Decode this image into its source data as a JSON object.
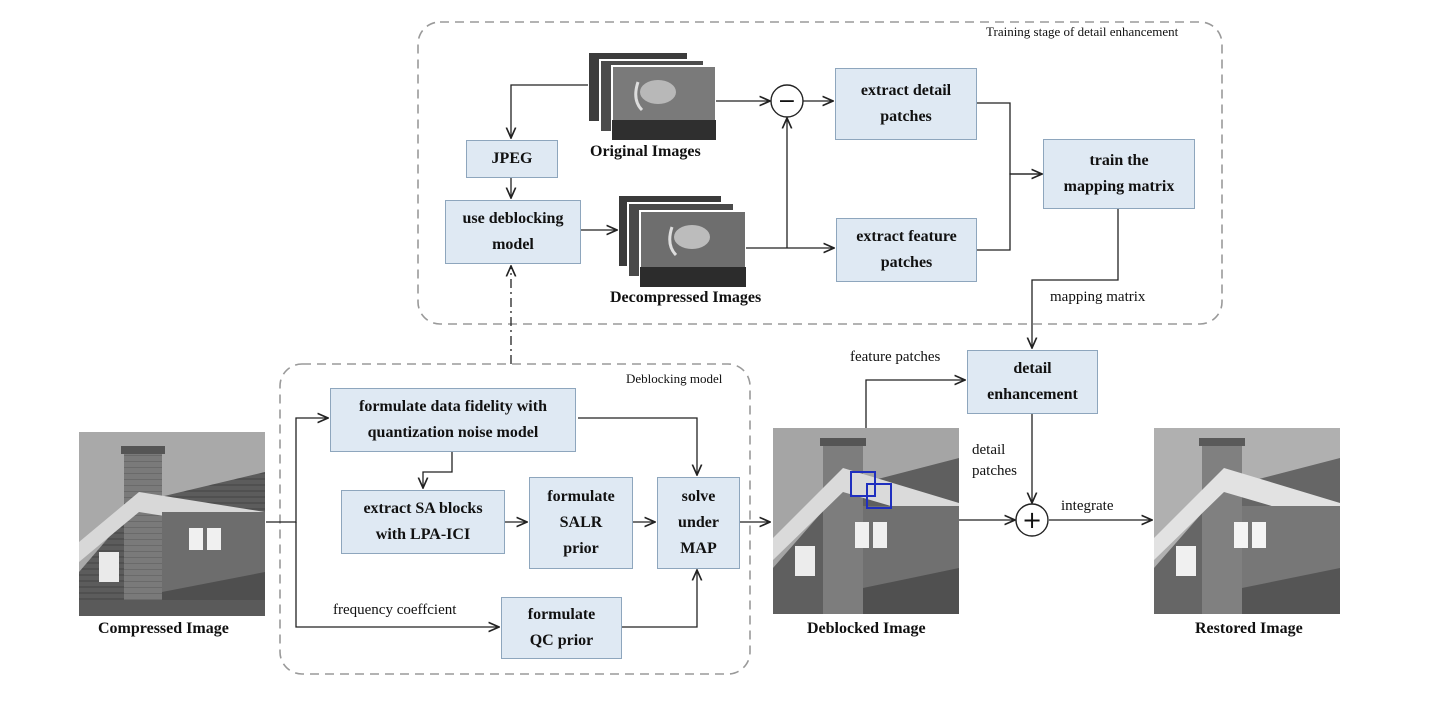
{
  "regions": {
    "training": "Training stage of detail enhancement",
    "deblocking": "Deblocking model"
  },
  "boxes": {
    "jpeg": "JPEG",
    "use_deblocking": "use deblocking\nmodel",
    "extract_detail": "extract detail\npatches",
    "extract_feature": "extract feature\npatches",
    "train_mapping": "train the\nmapping matrix",
    "detail_enhancement": "detail\nenhancement",
    "fidelity": "formulate data fidelity with\nquantization noise model",
    "sa_blocks": "extract SA blocks\nwith LPA-ICI",
    "salr": "formulate\nSALR\nprior",
    "solve": "solve\nunder\nMAP",
    "qc": "formulate\nQC prior"
  },
  "captions": {
    "original": "Original Images",
    "decompressed": "Decompressed Images",
    "compressed": "Compressed Image",
    "deblocked": "Deblocked Image",
    "restored": "Restored Image"
  },
  "edge_labels": {
    "mapping_matrix": "mapping matrix",
    "feature_patches": "feature patches",
    "detail_patches": "detail\npatches",
    "integrate": "integrate",
    "frequency": "frequency coeffcient"
  },
  "operators": {
    "subtract": "−",
    "add": "+"
  },
  "colors": {
    "box_fill": "#dfe9f3",
    "box_border": "#8ea6bd",
    "region_border": "#9a9a9a",
    "highlight": "#1f2fbf"
  }
}
